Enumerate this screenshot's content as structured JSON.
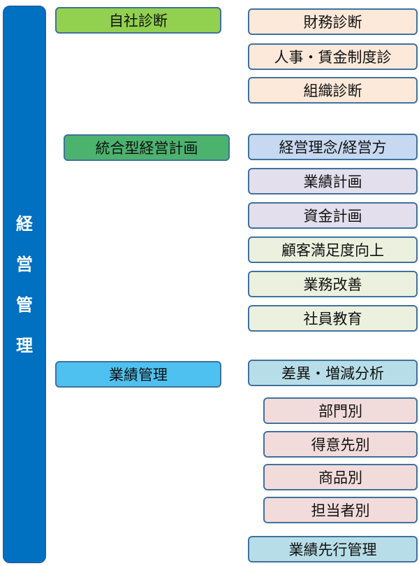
{
  "root": {
    "chars": [
      "経",
      "営",
      "管",
      "理"
    ],
    "color": "#0070c0"
  },
  "categories": [
    {
      "label": "自社診断",
      "color": "#92d050",
      "items": [
        "財務診断",
        "人事・賃金制度診",
        "組織診断"
      ]
    },
    {
      "label": "統合型経営計画",
      "color": "#4cb36f",
      "items": [
        "経営理念/経営方",
        "業績計画",
        "資金計画",
        "顧客満足度向上",
        "業務改善",
        "社員教育"
      ]
    },
    {
      "label": "業績管理",
      "color": "#4fc1f0",
      "items": [
        "差異・増減分析",
        "部門別",
        "得意先別",
        "商品別",
        "担当者別",
        "業績先行管理"
      ]
    }
  ]
}
